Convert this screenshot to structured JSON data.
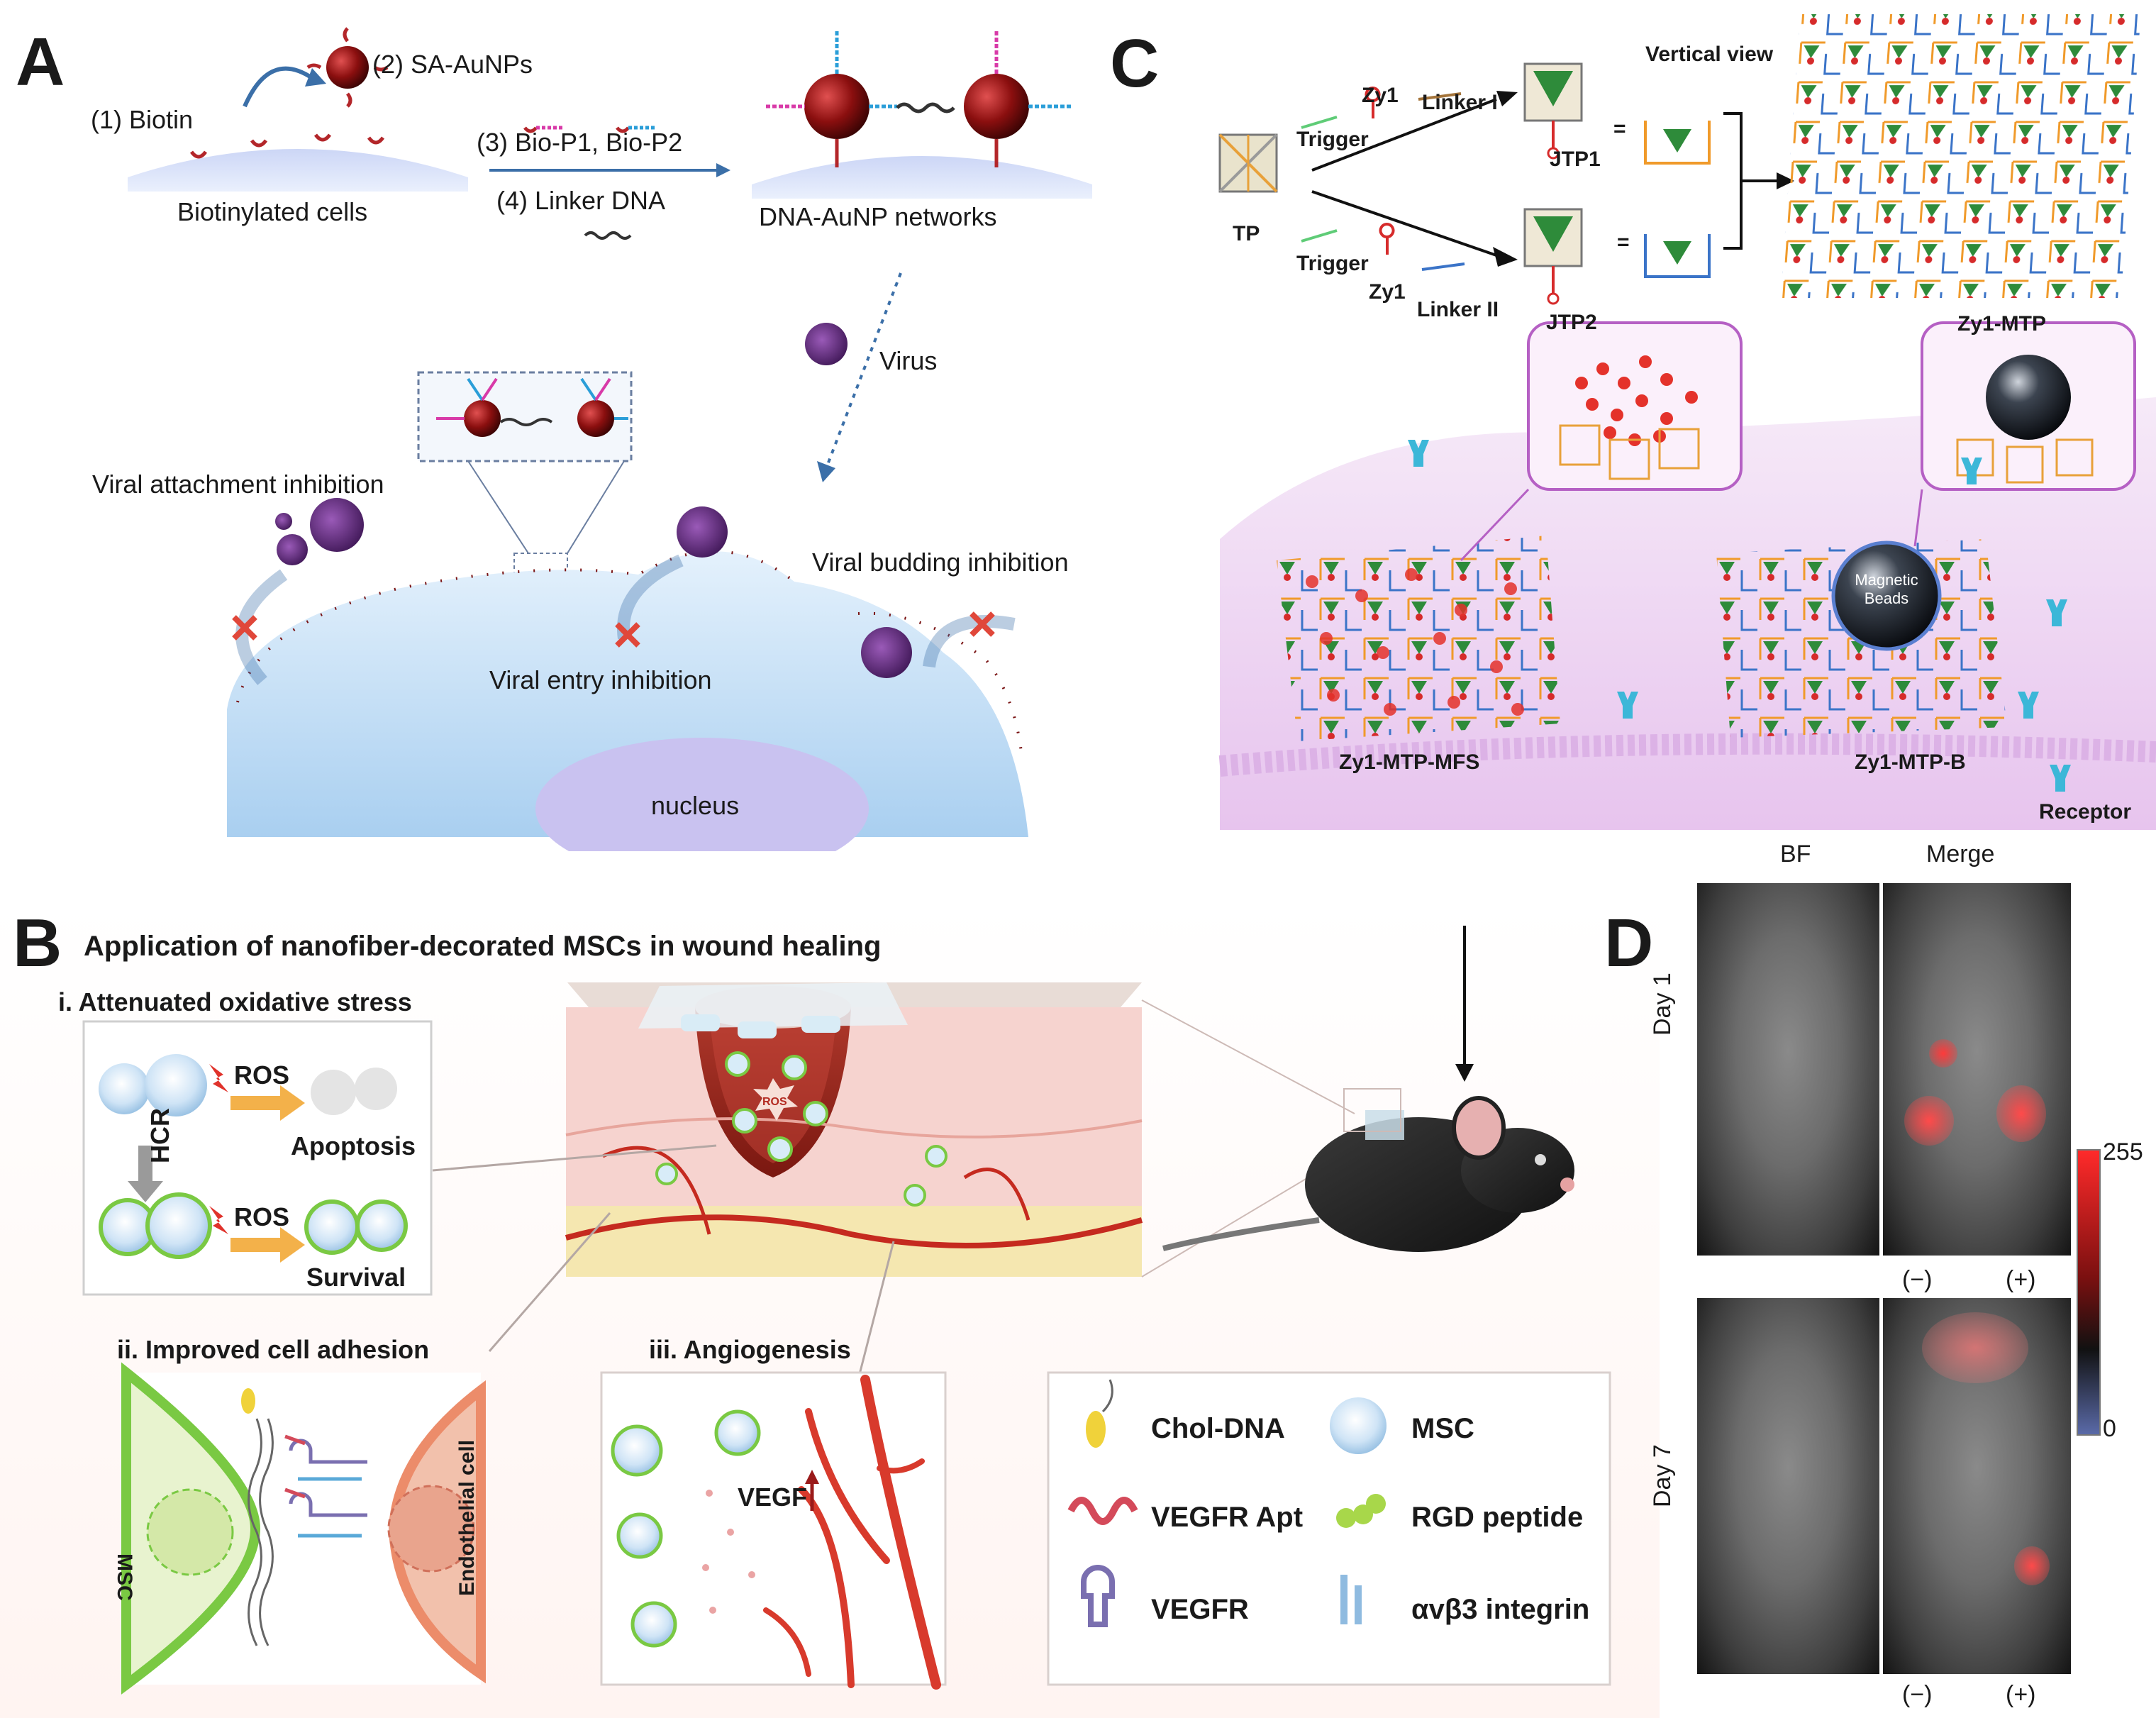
{
  "panels": {
    "A": {
      "label": "A",
      "steps": {
        "biotin": "(1) Biotin",
        "sa_aunps": "(2) SA-AuNPs",
        "bio_p": "(3) Bio-P1, Bio-P2",
        "linker": "(4) Linker DNA"
      },
      "biotinylated_cells": "Biotinylated cells",
      "networks": "DNA-AuNP networks",
      "virus": "Virus",
      "attachment": "Viral attachment inhibition",
      "entry": "Viral entry inhibition",
      "budding": "Viral budding inhibition",
      "nucleus": "nucleus"
    },
    "B": {
      "label": "B",
      "title": "Application of nanofiber-decorated MSCs in wound healing",
      "oxidative": "i. Attenuated oxidative stress",
      "ros1": "ROS",
      "ros2": "ROS",
      "ros3": "ROS",
      "apoptosis": "Apoptosis",
      "survival": "Survival",
      "hcr": "HCR",
      "adhesion": "ii. Improved cell adhesion",
      "msc_side": "MSC",
      "endothelial": "Endothelial cell",
      "angiogenesis": "iii. Angiogenesis",
      "vegf": "VEGF",
      "legend": {
        "chol": "Chol-DNA",
        "msc": "MSC",
        "apt": "VEGFR Apt",
        "rgd": "RGD peptide",
        "vegfr": "VEGFR",
        "integrin": "αvβ3 integrin"
      }
    },
    "C": {
      "label": "C",
      "tp": "TP",
      "trigger1": "Trigger",
      "trigger2": "Trigger",
      "zy1a": "Zy1",
      "zy1b": "Zy1",
      "linker1": "Linker I",
      "linker2": "Linker II",
      "jtp1": "JTP1",
      "jtp2": "JTP2",
      "vertical": "Vertical view",
      "eq1": "=",
      "eq2": "=",
      "mtp": "Zy1-MTP",
      "mfs": "Zy1-MTP-MFS",
      "mtpb": "Zy1-MTP-B",
      "receptor": "Receptor",
      "beads_line1": "Magnetic",
      "beads_line2": "Beads"
    },
    "D": {
      "label": "D",
      "bf": "BF",
      "merge": "Merge",
      "day1": "Day 1",
      "day7": "Day 7",
      "minus1": "(−)",
      "plus1": "(+)",
      "minus2": "(−)",
      "plus2": "(+)",
      "scale_max": "255",
      "scale_min": "0"
    }
  },
  "colors": {
    "au_np": "#8b0f0f",
    "virus": "#5a2a7a",
    "cell_blue": "#bcd8f2",
    "tetra_green": "#2e8b3a",
    "skin_pink": "#f3c6c2",
    "wound_red": "#a3261c"
  }
}
